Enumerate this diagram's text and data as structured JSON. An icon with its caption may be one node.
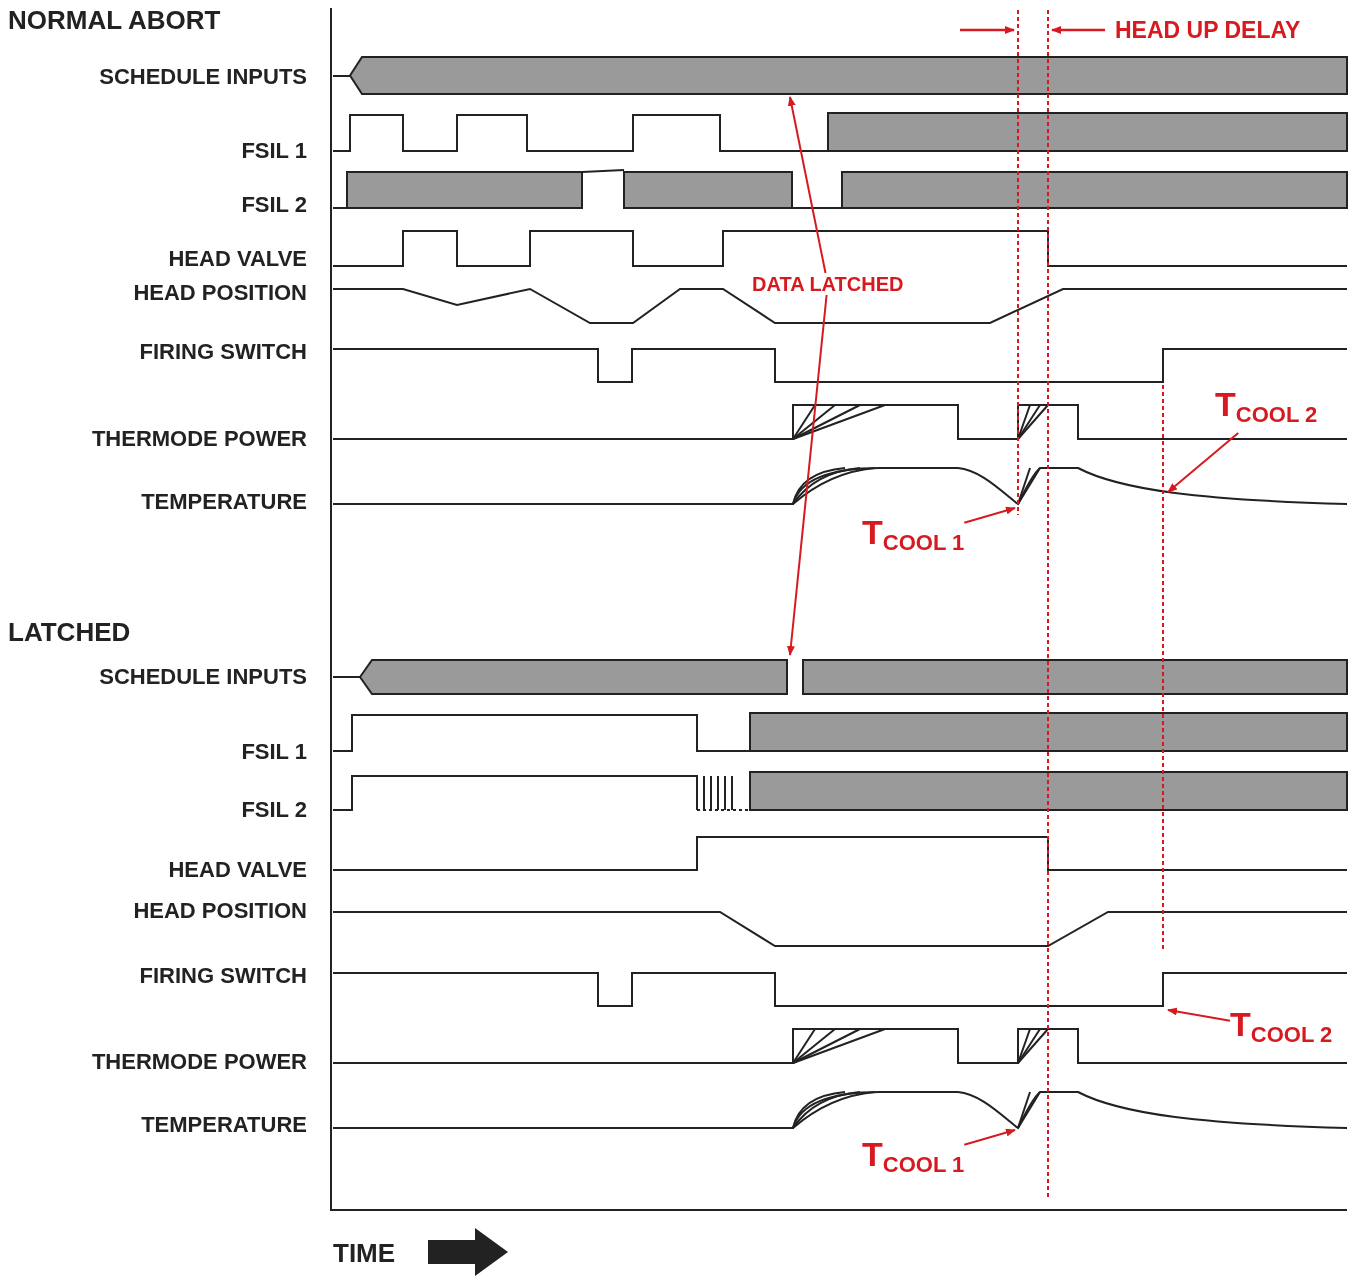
{
  "diagram": {
    "nodes": [
      {
        "text": [
          "DATA LATCHED"
        ]
      },
      {
        "text": [
          "T$_{COOL 2}$"
        ]
      },
      {
        "text": [
          "T$_{COOL 1}$"
        ]
      },
      {
        "text": [
          "T$_{COOL 2}$"
        ]
      },
      {
        "text": [
          "T$_{COOL 1}$"
        ]
      }
    ],
    "edges": [
      {
        "from": 0,
        "to": null,
        "arrow": "to"
      },
      {
        "from": 0,
        "to": null,
        "arrow": "to"
      },
      {
        "from": 1,
        "to": null,
        "arrow": "to"
      },
      {
        "from": 2,
        "to": null,
        "arrow": "to"
      },
      {
        "from": 3,
        "to": null,
        "arrow": "to"
      },
      {
        "from": 4,
        "to": null,
        "arrow": "to"
      }
    ],
    "labels": [
      "NORMAL ABORT",
      "HEAD UP DELAY",
      "SCHEDULE INPUTS",
      "FSIL 1",
      "FSIL 2",
      "HEAD VALVE",
      "HEAD POSITION",
      "FIRING SWITCH",
      "THERMODE POWER",
      "TEMPERATURE",
      "LATCHED",
      "SCHEDULE INPUTS",
      "FSIL 1",
      "FSIL 2",
      "HEAD VALVE",
      "HEAD POSITION",
      "FIRING SWITCH",
      "THERMODE POWER",
      "TEMPERATURE",
      "TIME"
    ]
  }
}
